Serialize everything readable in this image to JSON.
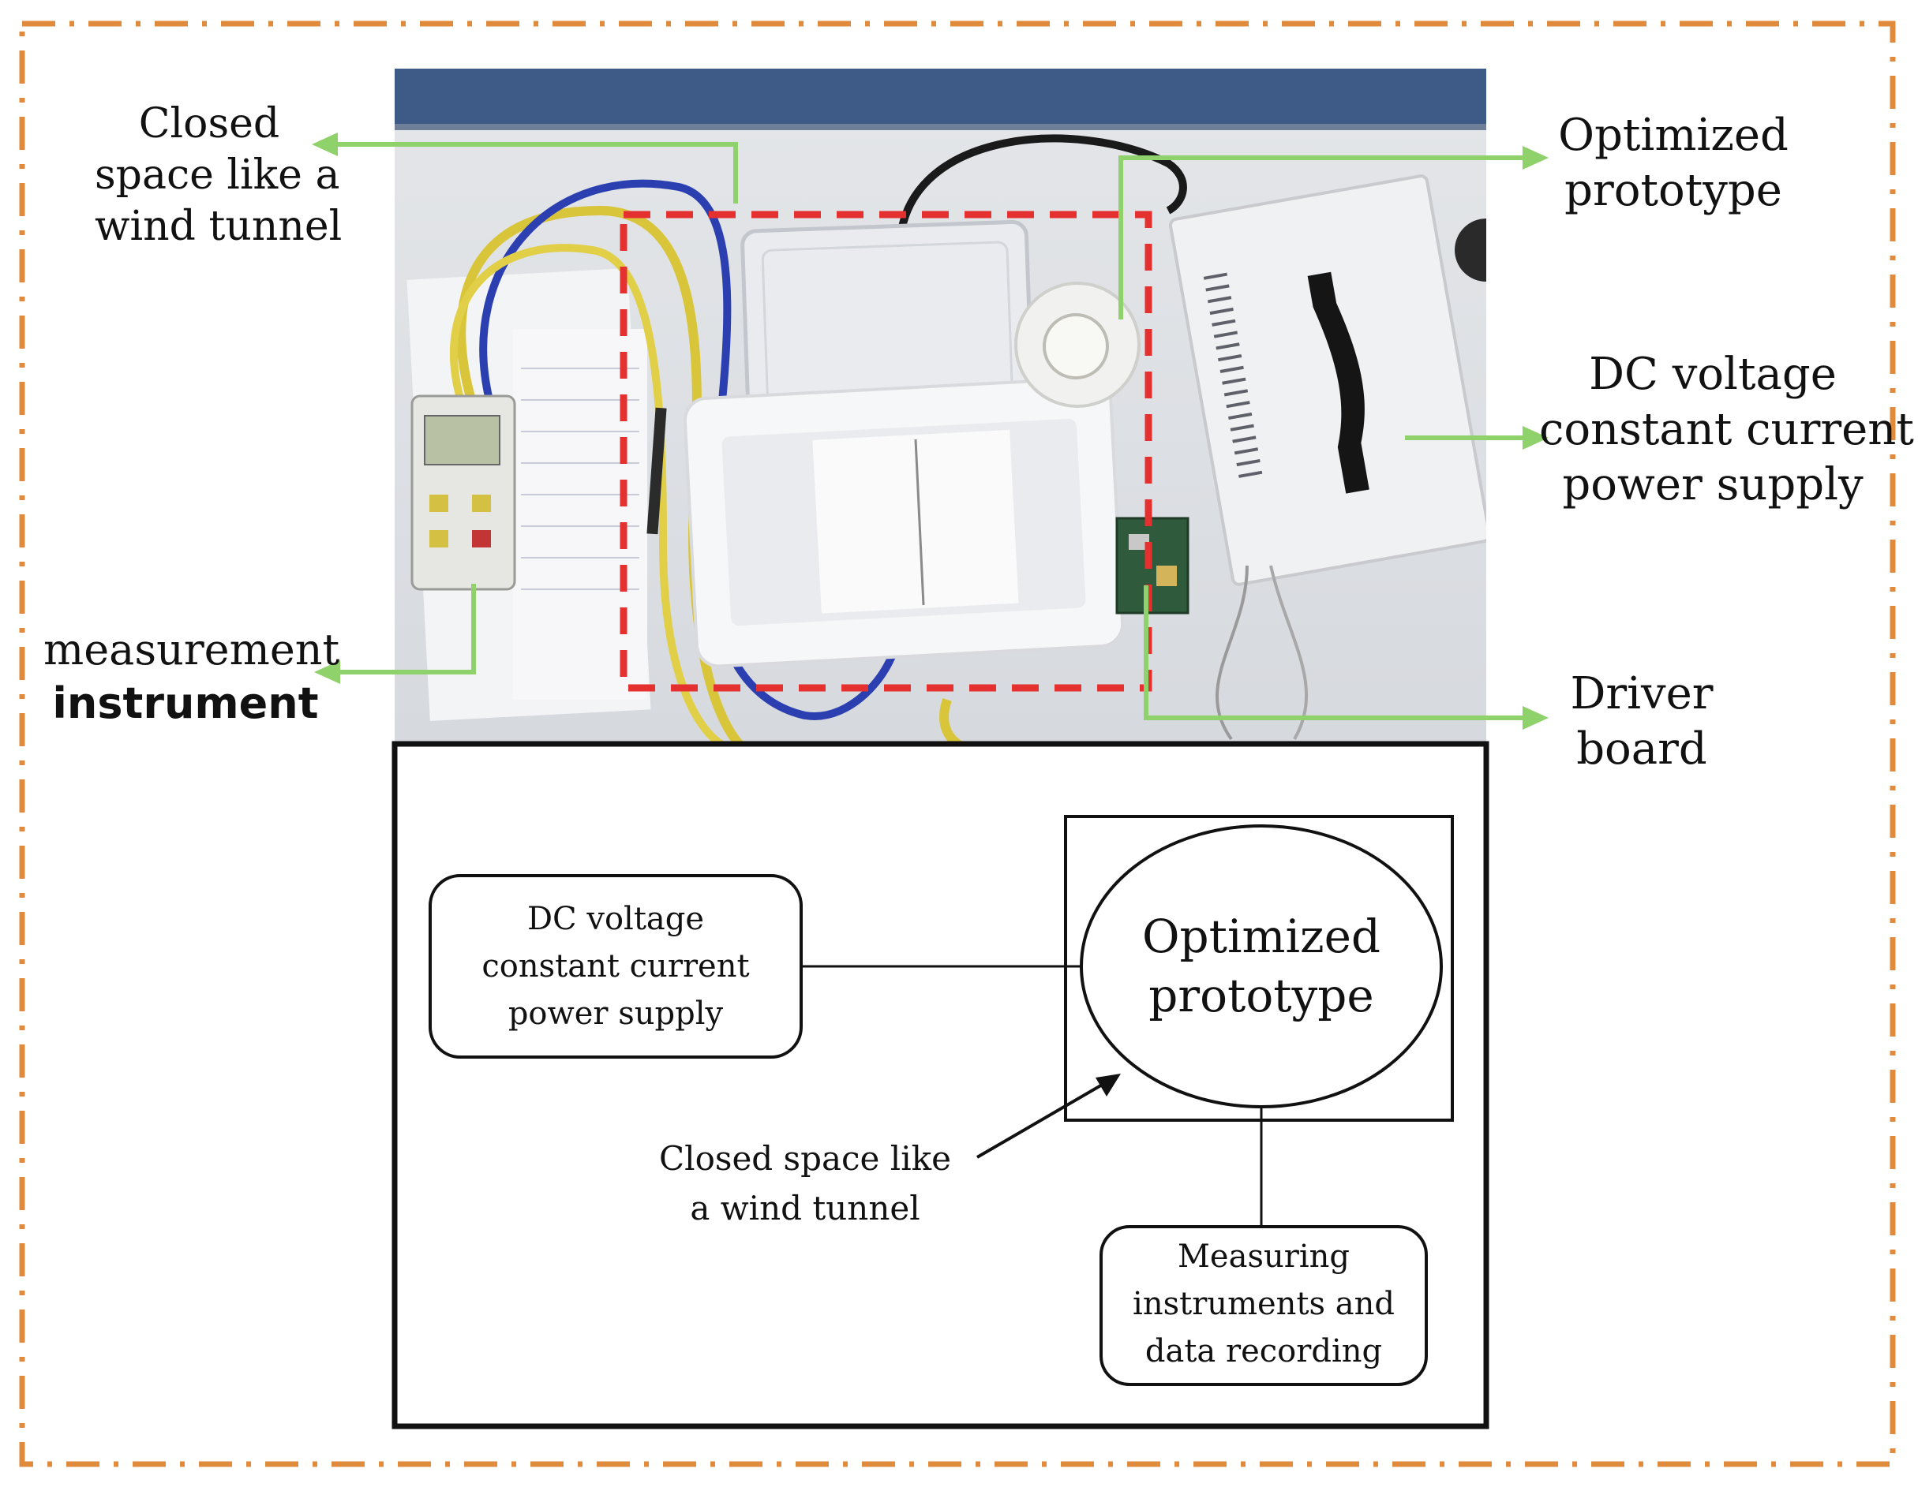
{
  "figure": {
    "photo_labels": {
      "closed_space": [
        "Closed",
        "space like a",
        "wind tunnel"
      ],
      "optimized_prototype": [
        "Optimized",
        "prototype"
      ],
      "power_supply": [
        "DC voltage",
        "constant current",
        "power supply"
      ],
      "measurement_instrument": [
        "measurement",
        "instrument"
      ],
      "driver_board": [
        "Driver",
        "board"
      ]
    },
    "schematic": {
      "power_supply_box": [
        "DC voltage",
        "constant current",
        "power supply"
      ],
      "prototype_ellipse": [
        "Optimized",
        "prototype"
      ],
      "closed_space_label": [
        "Closed space like",
        "a wind tunnel"
      ],
      "measuring_box": [
        "Measuring",
        "instruments and",
        "data recording"
      ]
    },
    "colors": {
      "outer_frame": "#e08a3c",
      "callout_arrow": "#8fd16a",
      "dashed_region": "#e53030",
      "schematic_line": "#111111"
    }
  }
}
